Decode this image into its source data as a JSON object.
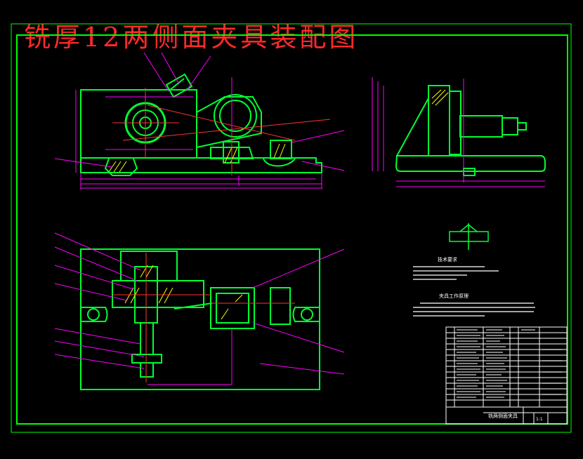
{
  "drawing": {
    "title": "铣厚12两侧面夹具装配图",
    "colors": {
      "background": "#000000",
      "frame": "#00ff00",
      "part": "#00ff33",
      "dimension": "#ff00ff",
      "section": "#ff3333",
      "title": "#ff2a2a",
      "text": "#ffffff",
      "hatch": "#ffff00"
    }
  },
  "notes": {
    "tech_heading": "技术要求",
    "section_heading": "夹具工作原理"
  },
  "title_block": {
    "part_name": "铣两侧面夹具",
    "scale": "1:1"
  }
}
